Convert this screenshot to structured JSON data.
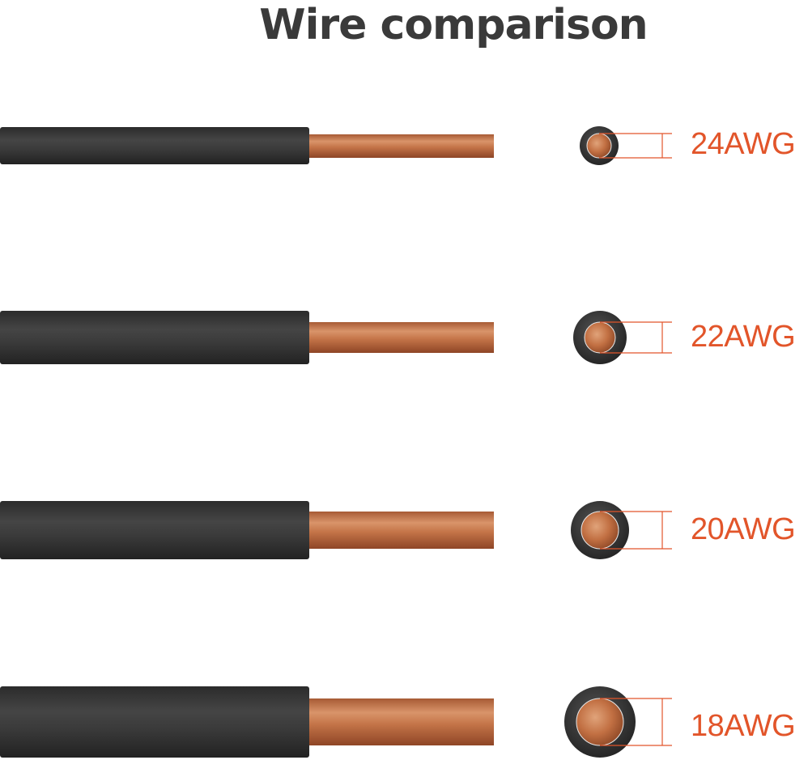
{
  "title": "Wire comparison",
  "colors": {
    "insulation": "#333333",
    "copper": "#c7774a",
    "label": "#e2552a",
    "title": "#3a3a3a"
  },
  "wires": [
    {
      "gauge": "24AWG"
    },
    {
      "gauge": "22AWG"
    },
    {
      "gauge": "20AWG"
    },
    {
      "gauge": "18AWG"
    }
  ]
}
